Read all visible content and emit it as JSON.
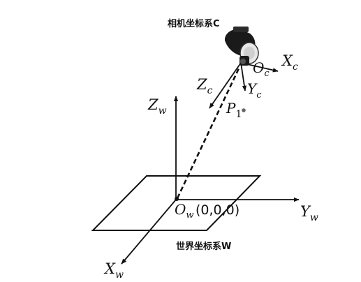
{
  "camera_frame": {
    "caption": "相机坐标系C",
    "origin": {
      "main": "O",
      "sub": "c"
    },
    "axes": {
      "x": {
        "main": "X",
        "sub": "c"
      },
      "y": {
        "main": "Y",
        "sub": "c"
      },
      "z": {
        "main": "Z",
        "sub": "c"
      }
    },
    "icon": "camera-icon"
  },
  "world_frame": {
    "caption": "世界坐标系W",
    "origin": {
      "main": "O",
      "sub": "w",
      "coords": "(0,0,0)"
    },
    "axes": {
      "x": {
        "main": "X",
        "sub": "w"
      },
      "y": {
        "main": "Y",
        "sub": "w"
      },
      "z": {
        "main": "Z",
        "sub": "w"
      }
    }
  },
  "point": {
    "main": "P",
    "sub": "1"
  },
  "colors": {
    "ink": "#111111",
    "point": "#666666"
  }
}
